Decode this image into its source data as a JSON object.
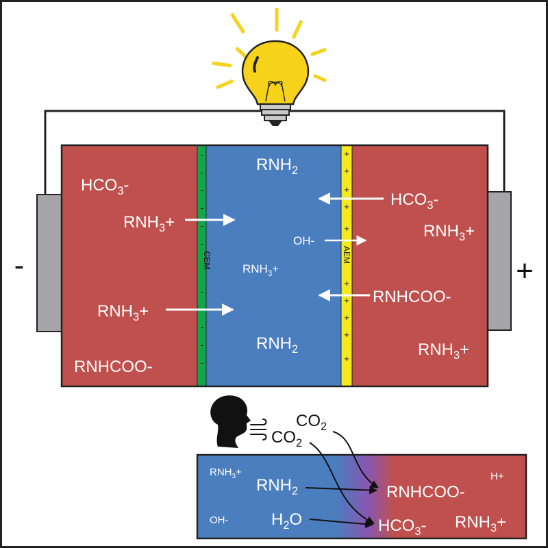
{
  "cell": {
    "terminals": {
      "negative": "-",
      "positive": "+"
    },
    "membranes": {
      "cem": {
        "label": "CEM",
        "sign": "-"
      },
      "aem": {
        "label": "AEM",
        "sign": "+"
      }
    },
    "left_chamber": {
      "hco3": {
        "main": "HCO",
        "sub": "3",
        "tail": "-"
      },
      "rnh3_top": {
        "main": "RNH",
        "sub": "3",
        "tail": "+"
      },
      "rnh3_bottom": {
        "main": "RNH",
        "sub": "3",
        "tail": "+"
      },
      "rnhcoo": "RNHCOO-"
    },
    "middle_chamber": {
      "rnh2_top": {
        "main": "RNH",
        "sub": "2"
      },
      "rnh3": {
        "main": "RNH",
        "sub": "3",
        "tail": "+"
      },
      "rnh2_bottom": {
        "main": "RNH",
        "sub": "2"
      }
    },
    "right_chamber": {
      "hco3": {
        "main": "HCO",
        "sub": "3",
        "tail": "-"
      },
      "oh": "OH-",
      "rnh3_top": {
        "main": "RNH",
        "sub": "3",
        "tail": "+"
      },
      "rnhcoo": "RNHCOO-",
      "rnh3_bottom": {
        "main": "RNH",
        "sub": "3",
        "tail": "+"
      }
    }
  },
  "absorption": {
    "co2_a": {
      "main": "CO",
      "sub": "2"
    },
    "co2_b": {
      "main": "CO",
      "sub": "2"
    },
    "box": {
      "rnh3_left": {
        "main": "RNH",
        "sub": "3",
        "tail": "+"
      },
      "rnh2": {
        "main": "RNH",
        "sub": "2"
      },
      "oh": "OH-",
      "h2o": {
        "main": "H",
        "sub": "2",
        "tail": "O"
      },
      "rnhcoo": "RNHCOO-",
      "hplus": "H+",
      "hco3": {
        "main": "HCO",
        "sub": "3",
        "tail": "-"
      },
      "rnh3_right": {
        "main": "RNH",
        "sub": "3",
        "tail": "+"
      }
    }
  },
  "colors": {
    "red": "#c0504d",
    "blue": "#4a7ebf",
    "cem_green": "#12a64a",
    "aem_yellow": "#f4ea1f",
    "electrode_gray": "#a6a6a8",
    "bulb_yellow": "#f6d21b"
  },
  "icons": [
    "light-bulb-icon",
    "person-breathing-icon",
    "breath-wind-icon"
  ]
}
